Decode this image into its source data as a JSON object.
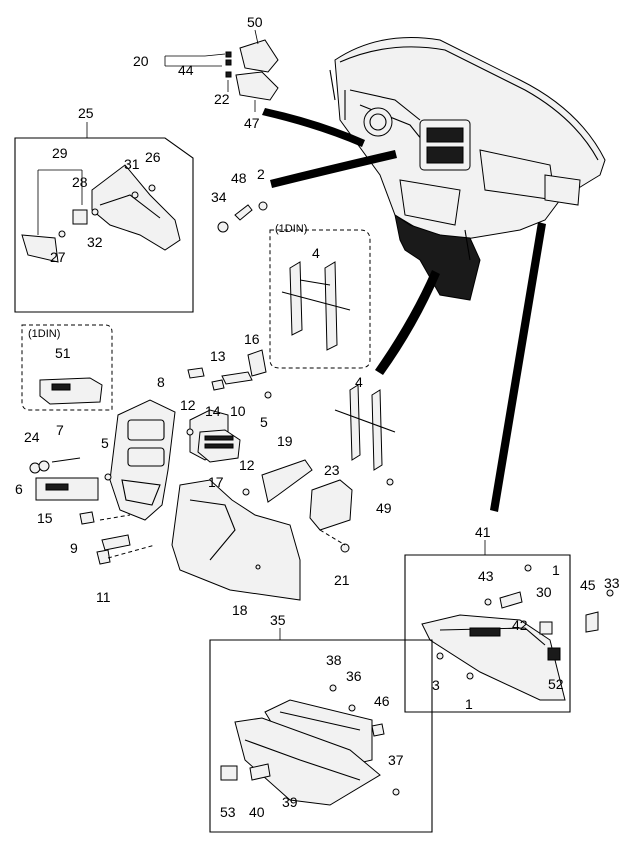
{
  "part_numbers": [
    "50",
    "20",
    "44",
    "22",
    "47",
    "25",
    "29",
    "31",
    "26",
    "28",
    "32",
    "27",
    "34",
    "48",
    "2",
    "4",
    "51",
    "16",
    "13",
    "8",
    "12",
    "14",
    "10",
    "5",
    "24",
    "7",
    "5",
    "6",
    "19",
    "17",
    "12",
    "23",
    "4",
    "49",
    "15",
    "9",
    "11",
    "18",
    "21",
    "41",
    "43",
    "1",
    "45",
    "33",
    "30",
    "42",
    "3",
    "52",
    "1",
    "35",
    "38",
    "36",
    "46",
    "37",
    "53",
    "40",
    "39"
  ],
  "box_labels": {
    "one_din_upper": "(1DIN)",
    "one_din_left": "(1DIN)"
  }
}
